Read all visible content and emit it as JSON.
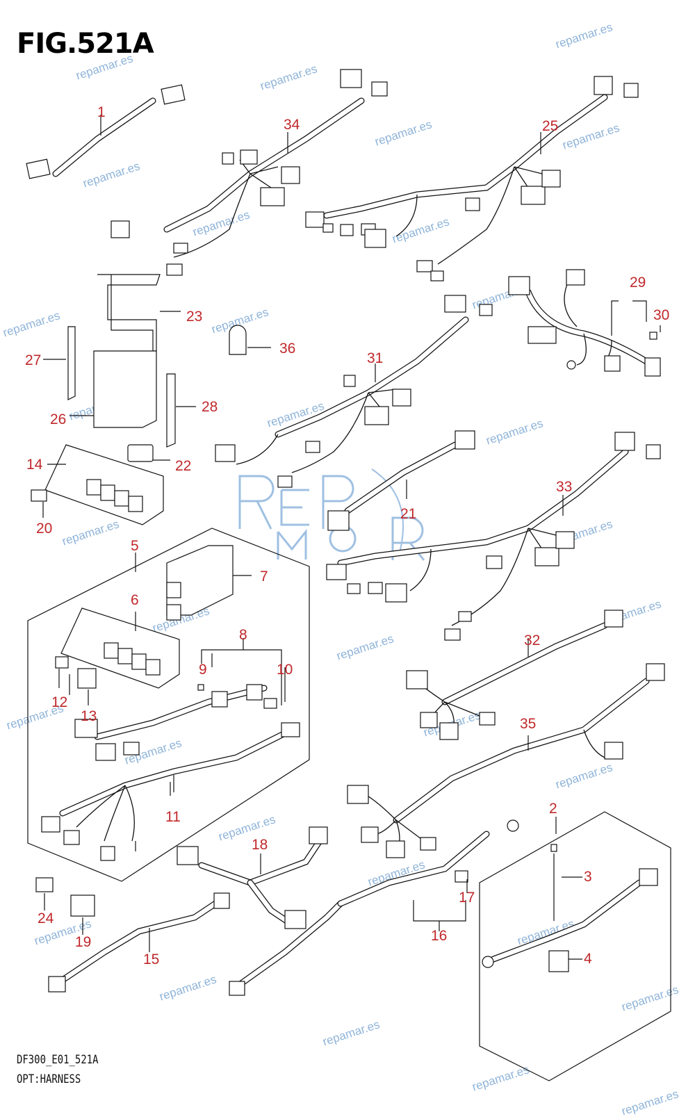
{
  "figure_title": "FIG.521A",
  "footer": {
    "code": "DF300_E01_521A",
    "caption": "OPT:HARNESS"
  },
  "watermark_text": "repamar.es",
  "colors": {
    "callout": "#c0282b",
    "watermark": "#8fb4d9",
    "line": "#111111"
  },
  "callouts": [
    "1",
    "2",
    "3",
    "4",
    "5",
    "6",
    "7",
    "8",
    "9",
    "10",
    "11",
    "12",
    "13",
    "14",
    "15",
    "16",
    "17",
    "18",
    "19",
    "20",
    "21",
    "22",
    "23",
    "24",
    "25",
    "26",
    "27",
    "28",
    "29",
    "30",
    "31",
    "32",
    "33",
    "34",
    "35",
    "36"
  ]
}
